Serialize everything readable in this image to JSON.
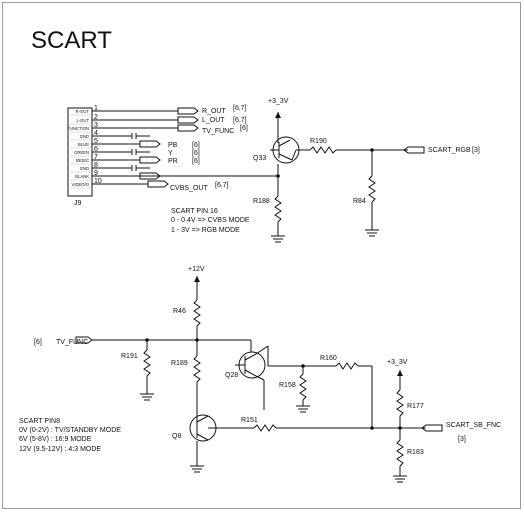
{
  "page_title": "SCART",
  "connector": {
    "ref": "J9",
    "pins": [
      {
        "num": "1",
        "name": "R-OUT"
      },
      {
        "num": "2",
        "name": "L-OUT"
      },
      {
        "num": "3",
        "name": "FUNCTION"
      },
      {
        "num": "4",
        "name": "GND"
      },
      {
        "num": "5",
        "name": "BLUE"
      },
      {
        "num": "6",
        "name": "GREEN"
      },
      {
        "num": "7",
        "name": "RED/C"
      },
      {
        "num": "8",
        "name": "GND"
      },
      {
        "num": "9",
        "name": "BLANK"
      },
      {
        "num": "10",
        "name": "VIDEO/O"
      }
    ]
  },
  "net_labels": {
    "r_out": "R_OUT",
    "r_out_ref": "[6,7]",
    "l_out": "L_OUT",
    "l_out_ref": "[6,7]",
    "tv_func": "TV_FUNC",
    "tv_func_ref": "[6]",
    "pb": "PB",
    "pb_ref": "[6]",
    "y": "Y",
    "y_ref": "[6]",
    "pr": "PR",
    "pr_ref": "[6]",
    "cvbs_out": "CVBS_OUT",
    "cvbs_out_ref": "[6,7]",
    "scart_rgb": "SCART_RGB",
    "scart_rgb_ref": "[3]",
    "tv_func_in": "TV_FUNC",
    "tv_func_in_ref": "[6]",
    "scart_sb_fnc": "SCART_SB_FNC",
    "scart_sb_fnc_ref": "[3]"
  },
  "power": {
    "p33_top": "+3_3V",
    "p12": "+12V",
    "p33_bottom": "+3_3V"
  },
  "components": {
    "q33": "Q33",
    "r190": "R190",
    "r188": "R188",
    "r84": "R84",
    "r46": "R46",
    "r191": "R191",
    "r189": "R189",
    "q28": "Q28",
    "r160": "R160",
    "r158": "R158",
    "r177": "R177",
    "q8": "Q8",
    "r151": "R151",
    "r183": "R183"
  },
  "notes": {
    "pin16": [
      "SCART PIN 16",
      "0 - 0.4V => CVBS MODE",
      "1 -  3V => RGB  MODE"
    ],
    "pin8": [
      "SCART PIN8",
      "0V (0-2V) : TV/STANDBY MODE",
      "6V (5-8V) : 16:9 MODE",
      "12V (9.5-12V) : 4:3 MODE"
    ]
  }
}
